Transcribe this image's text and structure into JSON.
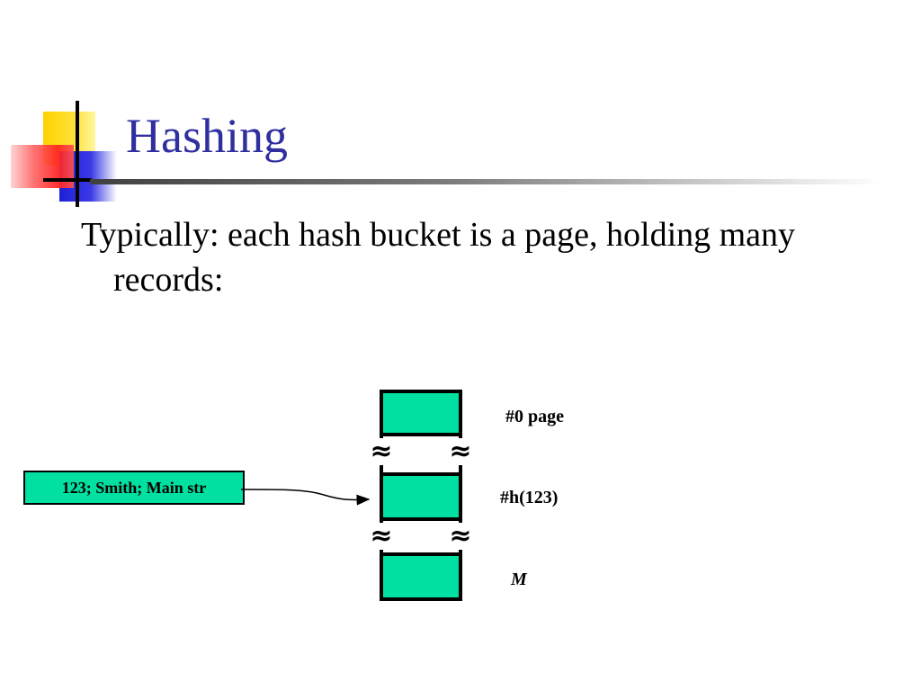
{
  "slide": {
    "title": "Hashing",
    "bullet": "Typically: each hash bucket is a page, holding many records:"
  },
  "diagram": {
    "record_label": "123; Smith; Main str",
    "bucket_labels": {
      "first": "#0 page",
      "middle": "#h(123)",
      "last": "M"
    },
    "break_symbol": "≈",
    "colors": {
      "title": "#2f2fa0",
      "bucket_fill": "#00e0a0",
      "record_fill": "#00e0a0"
    }
  }
}
